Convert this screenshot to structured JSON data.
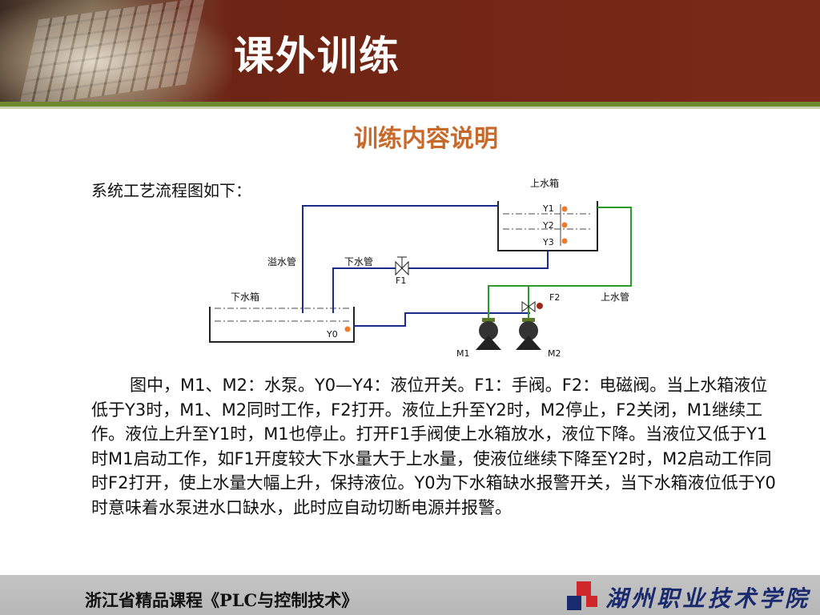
{
  "header": {
    "title": "课外训练"
  },
  "section": {
    "subtitle": "训练内容说明"
  },
  "intro": "系统工艺流程图如下：",
  "diagram": {
    "upper_tank": "上水箱",
    "lower_tank": "下水箱",
    "overflow_pipe": "溢水管",
    "drain_pipe": "下水管",
    "supply_pipe": "上水管",
    "y1": "Y1",
    "y2": "Y2",
    "y3": "Y3",
    "y0": "Y0",
    "f1": "F1",
    "f2": "F2",
    "m1": "M1",
    "m2": "M2"
  },
  "description": "图中，M1、M2：水泵。Y0—Y4：液位开关。F1：手阀。F2：电磁阀。当上水箱液位低于Y3时，M1、M2同时工作，F2打开。液位上升至Y2时，M2停止，F2关闭，M1继续工作。液位上升至Y1时，M1也停止。打开F1手阀使上水箱放水，液位下降。当液位又低于Y1时M1启动工作，如F1开度较大下水量大于上水量，使液位继续下降至Y2时，M2启动工作同时F2打开，使上水量大幅上升，保持液位。Y0为下水箱缺水报警开关，当下水箱液位低于Y0时意味着水泵进水口缺水，此时应自动切断电源并报警。",
  "footer": {
    "course": "浙江省精品课程《PLC与控制技术》",
    "school": "湖州职业技术学院"
  },
  "colors": {
    "pipe_blue": "#1c2a8c",
    "pipe_green": "#2e9a2e",
    "subtitle": "#c8692a",
    "header": "#6e2414"
  }
}
